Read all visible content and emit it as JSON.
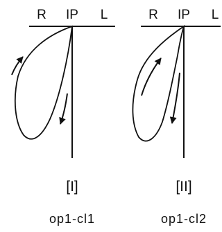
{
  "panels": [
    {
      "top_labels": {
        "right": "R",
        "center": "IP",
        "left": "L"
      },
      "label": "[I]",
      "caption": "op1-cl1"
    },
    {
      "top_labels": {
        "right": "R",
        "center": "IP",
        "left": "L"
      },
      "label": "[II]",
      "caption": "op1-cl2"
    }
  ],
  "stroke_color": "#111111"
}
